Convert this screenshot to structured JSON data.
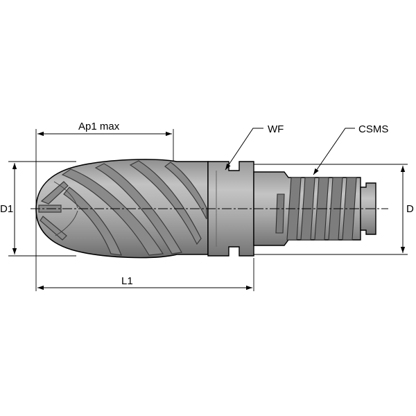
{
  "labels": {
    "ap1_max": "Ap1 max",
    "wf": "WF",
    "csms": "CSMS",
    "d1": "D1",
    "d": "D",
    "l1": "L1"
  },
  "colors": {
    "background": "#ffffff",
    "line": "#000000",
    "tool_light": "#bdbdbd",
    "tool_mid": "#a2a2a2",
    "tool_dark": "#6f6f6f"
  }
}
